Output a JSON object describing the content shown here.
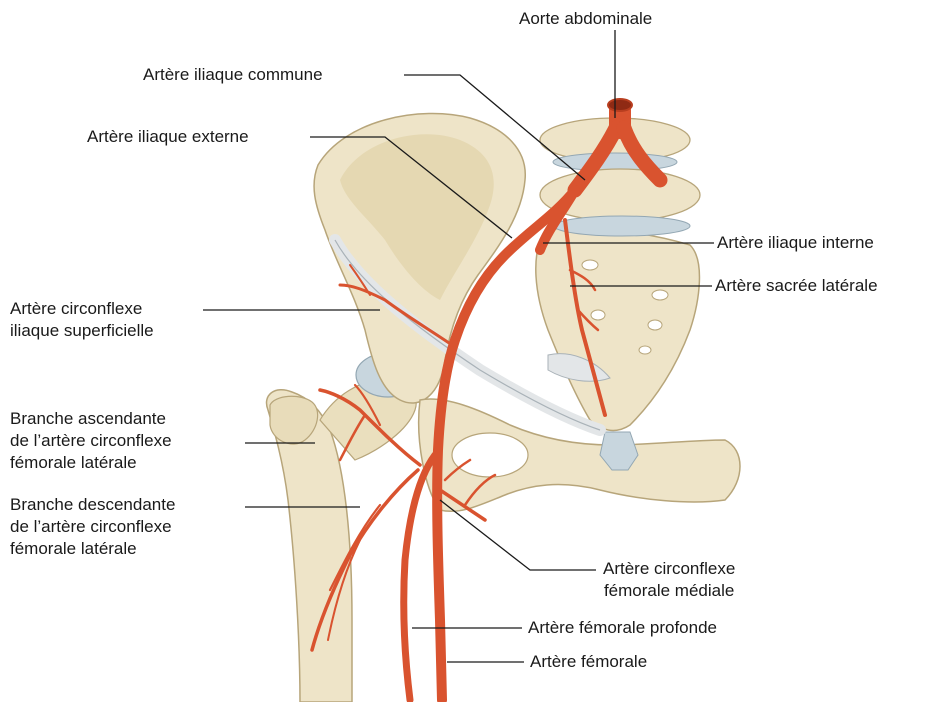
{
  "labels": {
    "aorte_abdominale": "Aorte abdominale",
    "iliaque_commune": "Artère iliaque commune",
    "iliaque_externe": "Artère iliaque externe",
    "iliaque_interne": "Artère iliaque interne",
    "sacree_laterale": "Artère sacrée latérale",
    "circonflexe_iliaque": [
      "Artère circonflexe",
      "iliaque superficielle"
    ],
    "branche_ascendante": [
      "Branche ascendante",
      "de l’artère circonflexe",
      "fémorale latérale"
    ],
    "branche_descendante": [
      "Branche descendante",
      "de l’artère circonflexe",
      "fémorale latérale"
    ],
    "circonflexe_mediale": [
      "Artère circonflexe",
      "fémorale médiale"
    ],
    "femorale_profonde": "Artère fémorale profonde",
    "femorale": "Artère fémorale"
  },
  "colors": {
    "artery": "#d9532f",
    "artery_dark": "#b83e1f",
    "bone": "#eee4c8",
    "bone_shadow": "#d6c8a0",
    "cartilage": "#c8d6de",
    "ligament": "#e3e6e8",
    "leader": "#1a1a1a"
  }
}
